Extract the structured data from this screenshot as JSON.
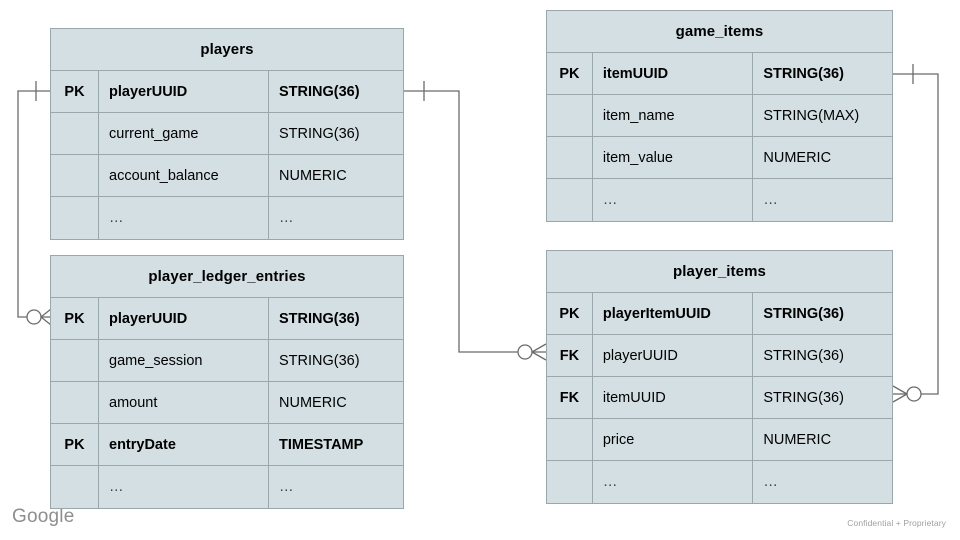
{
  "diagram": {
    "type": "entity-relationship-diagram",
    "palette": {
      "entity_fill": "#d3dfe3",
      "entity_border": "#9aa7ab",
      "connector": "#6b6b6b",
      "background": "#ffffff",
      "footer_text": "#8e8e8e"
    },
    "entities": [
      {
        "name": "players",
        "attributes": [
          {
            "key": "PK",
            "name": "playerUUID",
            "type": "STRING(36)",
            "bold": true
          },
          {
            "key": "",
            "name": "current_game",
            "type": "STRING(36)",
            "bold": false
          },
          {
            "key": "",
            "name": "account_balance",
            "type": "NUMERIC",
            "bold": false
          },
          {
            "key": "",
            "name": "…",
            "type": "…",
            "bold": false
          }
        ]
      },
      {
        "name": "player_ledger_entries",
        "attributes": [
          {
            "key": "PK",
            "name": "playerUUID",
            "type": "STRING(36)",
            "bold": true
          },
          {
            "key": "",
            "name": "game_session",
            "type": "STRING(36)",
            "bold": false
          },
          {
            "key": "",
            "name": "amount",
            "type": "NUMERIC",
            "bold": false
          },
          {
            "key": "PK",
            "name": "entryDate",
            "type": "TIMESTAMP",
            "bold": true
          },
          {
            "key": "",
            "name": "…",
            "type": "…",
            "bold": false
          }
        ]
      },
      {
        "name": "game_items",
        "attributes": [
          {
            "key": "PK",
            "name": "itemUUID",
            "type": "STRING(36)",
            "bold": true
          },
          {
            "key": "",
            "name": "item_name",
            "type": "STRING(MAX)",
            "bold": false
          },
          {
            "key": "",
            "name": "item_value",
            "type": "NUMERIC",
            "bold": false
          },
          {
            "key": "",
            "name": "…",
            "type": "…",
            "bold": false
          }
        ]
      },
      {
        "name": "player_items",
        "attributes": [
          {
            "key": "PK",
            "name": "playerItemUUID",
            "type": "STRING(36)",
            "bold": true
          },
          {
            "key": "FK",
            "name": "playerUUID",
            "type": "STRING(36)",
            "bold": false
          },
          {
            "key": "FK",
            "name": "itemUUID",
            "type": "STRING(36)",
            "bold": false
          },
          {
            "key": "",
            "name": "price",
            "type": "NUMERIC",
            "bold": false
          },
          {
            "key": "",
            "name": "…",
            "type": "…",
            "bold": false
          }
        ]
      }
    ],
    "relationships": [
      {
        "from": "players.playerUUID",
        "to": "player_ledger_entries.playerUUID",
        "from_cardinality": "exactly-one",
        "to_cardinality": "zero-or-many"
      },
      {
        "from": "players.playerUUID",
        "to": "player_items.playerUUID",
        "from_cardinality": "exactly-one",
        "to_cardinality": "zero-or-many"
      },
      {
        "from": "game_items.itemUUID",
        "to": "player_items.itemUUID",
        "from_cardinality": "exactly-one",
        "to_cardinality": "zero-or-many"
      }
    ]
  },
  "footer": {
    "brand": "Google",
    "notice": "Confidential + Proprietary"
  }
}
